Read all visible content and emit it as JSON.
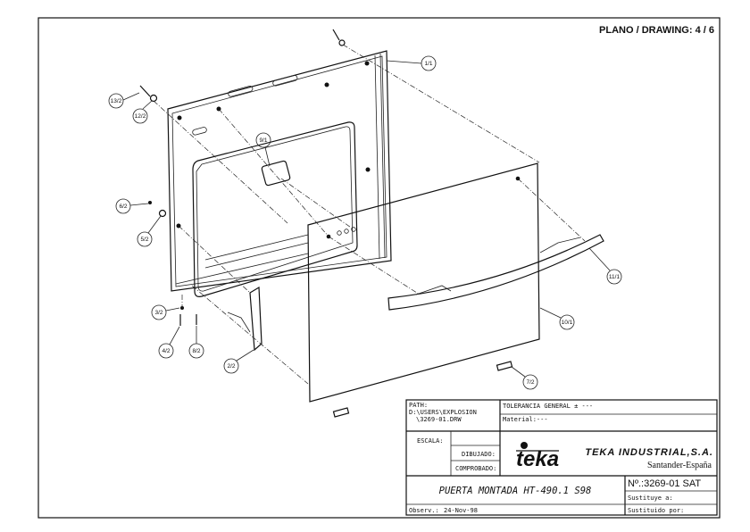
{
  "header": {
    "drawing_number": "PLANO / DRAWING: 4 / 6"
  },
  "callouts": [
    "1/1",
    "13/2",
    "12/2",
    "9/1",
    "6/2",
    "5/2",
    "11/1",
    "3/2",
    "10/1",
    "4/2",
    "8/2",
    "2/2",
    "7/2"
  ],
  "title_block": {
    "path_label": "PATH:",
    "path_line1": "D:\\USERS\\EXPLOSION",
    "path_line2": "\\3269-01.DRW",
    "tolerance": "TOLERANCIA GENERAL ± ---",
    "material": "Material:---",
    "scale_label": "ESCALA:",
    "drawn_label": "DIBUJADO:",
    "checked_label": "COMPROBADO:",
    "logo": "teka",
    "company": "TEKA INDUSTRIAL,S.A.",
    "location": "Santander-España",
    "title": "PUERTA MONTADA HT-490.1 S98",
    "number": "Nº.:3269-01 SAT",
    "replaces_label": "Sustituye a:",
    "replaced_by_label": "Sustituido por:",
    "observ_label": "Observ.:",
    "observ_value": "24-Nov-98"
  }
}
